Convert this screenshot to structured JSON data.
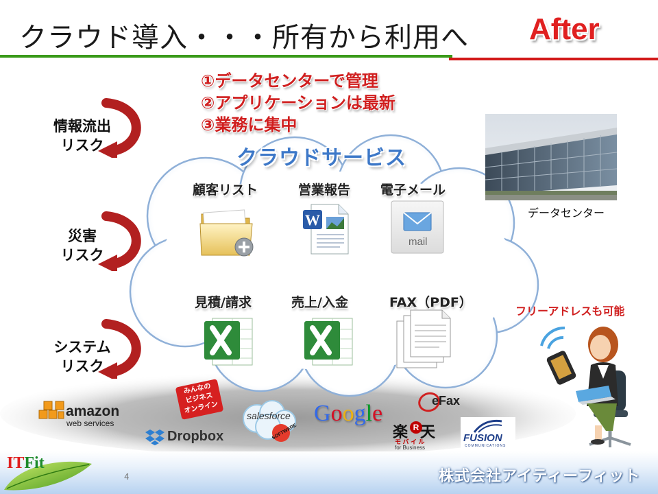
{
  "slide": {
    "title": "クラウド導入・・・所有から利用へ",
    "badge": "After",
    "page_number": "4",
    "company": "株式会社アイティーフィット"
  },
  "points": [
    "①データセンターで管理",
    "②アプリケーションは最新",
    "③業務に集中"
  ],
  "risks": [
    {
      "line1": "情報流出",
      "line2": "リスク"
    },
    {
      "line1": "災害",
      "line2": "リスク"
    },
    {
      "line1": "システム",
      "line2": "リスク"
    }
  ],
  "cloud": {
    "title": "クラウドサービス",
    "services": [
      {
        "label": "顧客リスト",
        "icon": "folder-icon"
      },
      {
        "label": "営業報告",
        "icon": "word-document-icon"
      },
      {
        "label": "電子メール",
        "icon": "mail-icon",
        "icon_text": "mail"
      },
      {
        "label": "見積/請求",
        "icon": "excel-icon"
      },
      {
        "label": "売上/入金",
        "icon": "excel-icon"
      },
      {
        "label": "FAX（PDF）",
        "icon": "documents-icon"
      }
    ]
  },
  "datacenter": {
    "label": "データセンター"
  },
  "free_address": "フリーアドレスも可能",
  "vendors": {
    "amazon_main": "amazon",
    "amazon_sub": "web services",
    "minna": [
      "みんなの",
      "ビジネス",
      "オンライン"
    ],
    "dropbox": "Dropbox",
    "salesforce": "salesforce",
    "salesforce_badge": "SOFTWARE",
    "google_letters": [
      "G",
      "o",
      "o",
      "g",
      "l",
      "e"
    ],
    "efax": "eFax",
    "rakuten_main": "楽天",
    "rakuten_r": "R",
    "rakuten_mobile": "モ バ イ ル",
    "rakuten_sub": "for Business",
    "fusion": "FUSION",
    "fusion_sub": "COMMUNICATIONS"
  },
  "brand_logo": {
    "text_it": "IT",
    "text_fit": "Fit"
  },
  "colors": {
    "accent_red": "#d01f1f",
    "title_green_line": "#3a9a1a",
    "cloud_blue": "#3d78c8",
    "footer_blue": "#b7d2f0",
    "excel_green": "#2e8b3a"
  }
}
